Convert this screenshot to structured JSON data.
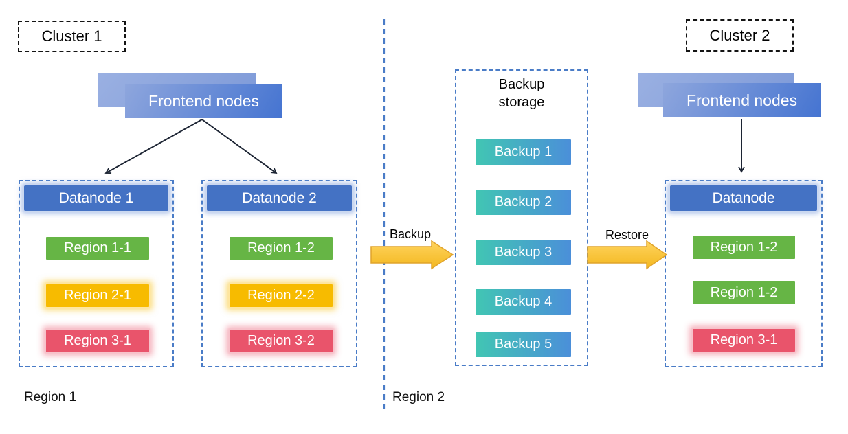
{
  "cluster1": {
    "label": "Cluster 1",
    "frontend_label": "Frontend nodes",
    "datanodes": [
      {
        "title": "Datanode 1",
        "regions": [
          {
            "label": "Region 1-1",
            "color": "green"
          },
          {
            "label": "Region 2-1",
            "color": "yellow"
          },
          {
            "label": "Region 3-1",
            "color": "red"
          }
        ]
      },
      {
        "title": "Datanode 2",
        "regions": [
          {
            "label": "Region 1-2",
            "color": "green"
          },
          {
            "label": "Region 2-2",
            "color": "yellow"
          },
          {
            "label": "Region 3-2",
            "color": "red"
          }
        ]
      }
    ]
  },
  "backup_storage": {
    "title": "Backup storage",
    "items": [
      {
        "label": "Backup 1"
      },
      {
        "label": "Backup 2"
      },
      {
        "label": "Backup 3"
      },
      {
        "label": "Backup 4"
      },
      {
        "label": "Backup 5"
      }
    ]
  },
  "cluster2": {
    "label": "Cluster 2",
    "frontend_label": "Frontend nodes",
    "datanode": {
      "title": "Datanode",
      "regions": [
        {
          "label": "Region 1-2",
          "color": "green"
        },
        {
          "label": "Region 1-2",
          "color": "green"
        },
        {
          "label": "Region 3-1",
          "color": "red"
        }
      ]
    }
  },
  "flow_labels": {
    "backup": "Backup",
    "restore": "Restore"
  },
  "region_labels": {
    "region1": "Region 1",
    "region2": "Region 2"
  },
  "colors": {
    "datanode_header_blue": "#4472c4",
    "region_green": "#66b545",
    "region_yellow": "#f7bb00",
    "region_red": "#e9546b",
    "backup_gradient_start": "#41c6b3",
    "backup_gradient_end": "#4b8fd9",
    "frontend_gradient_start": "#8ea6dd",
    "frontend_gradient_end": "#4574d1",
    "flow_arrow_yellow": "#fbc53c",
    "panel_dash_blue": "#4a7cc7",
    "cluster_dash_black": "#141414",
    "connector_dark": "#1c2433"
  }
}
